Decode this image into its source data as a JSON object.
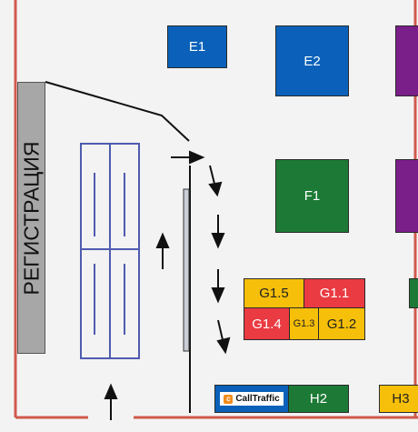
{
  "registration": {
    "label": "РЕГИСТРАЦИЯ"
  },
  "booths": {
    "e1": "E1",
    "e2": "E2",
    "f1": "F1",
    "g1_5": "G1.5",
    "g1_1": "G1.1",
    "g1_4": "G1.4",
    "g1_3": "G1.3",
    "g1_2": "G1.2",
    "h2": "H2",
    "h3": "H3"
  },
  "sponsor": {
    "logo_text": "CallTraffic",
    "mark": "c"
  },
  "colors": {
    "blue": "#0b61b9",
    "green": "#1d7a36",
    "purple": "#7a1e8a",
    "yellow": "#f6bf09",
    "red": "#ea3a42",
    "wall": "#cf5a4c",
    "grey": "#a7a7a7"
  }
}
